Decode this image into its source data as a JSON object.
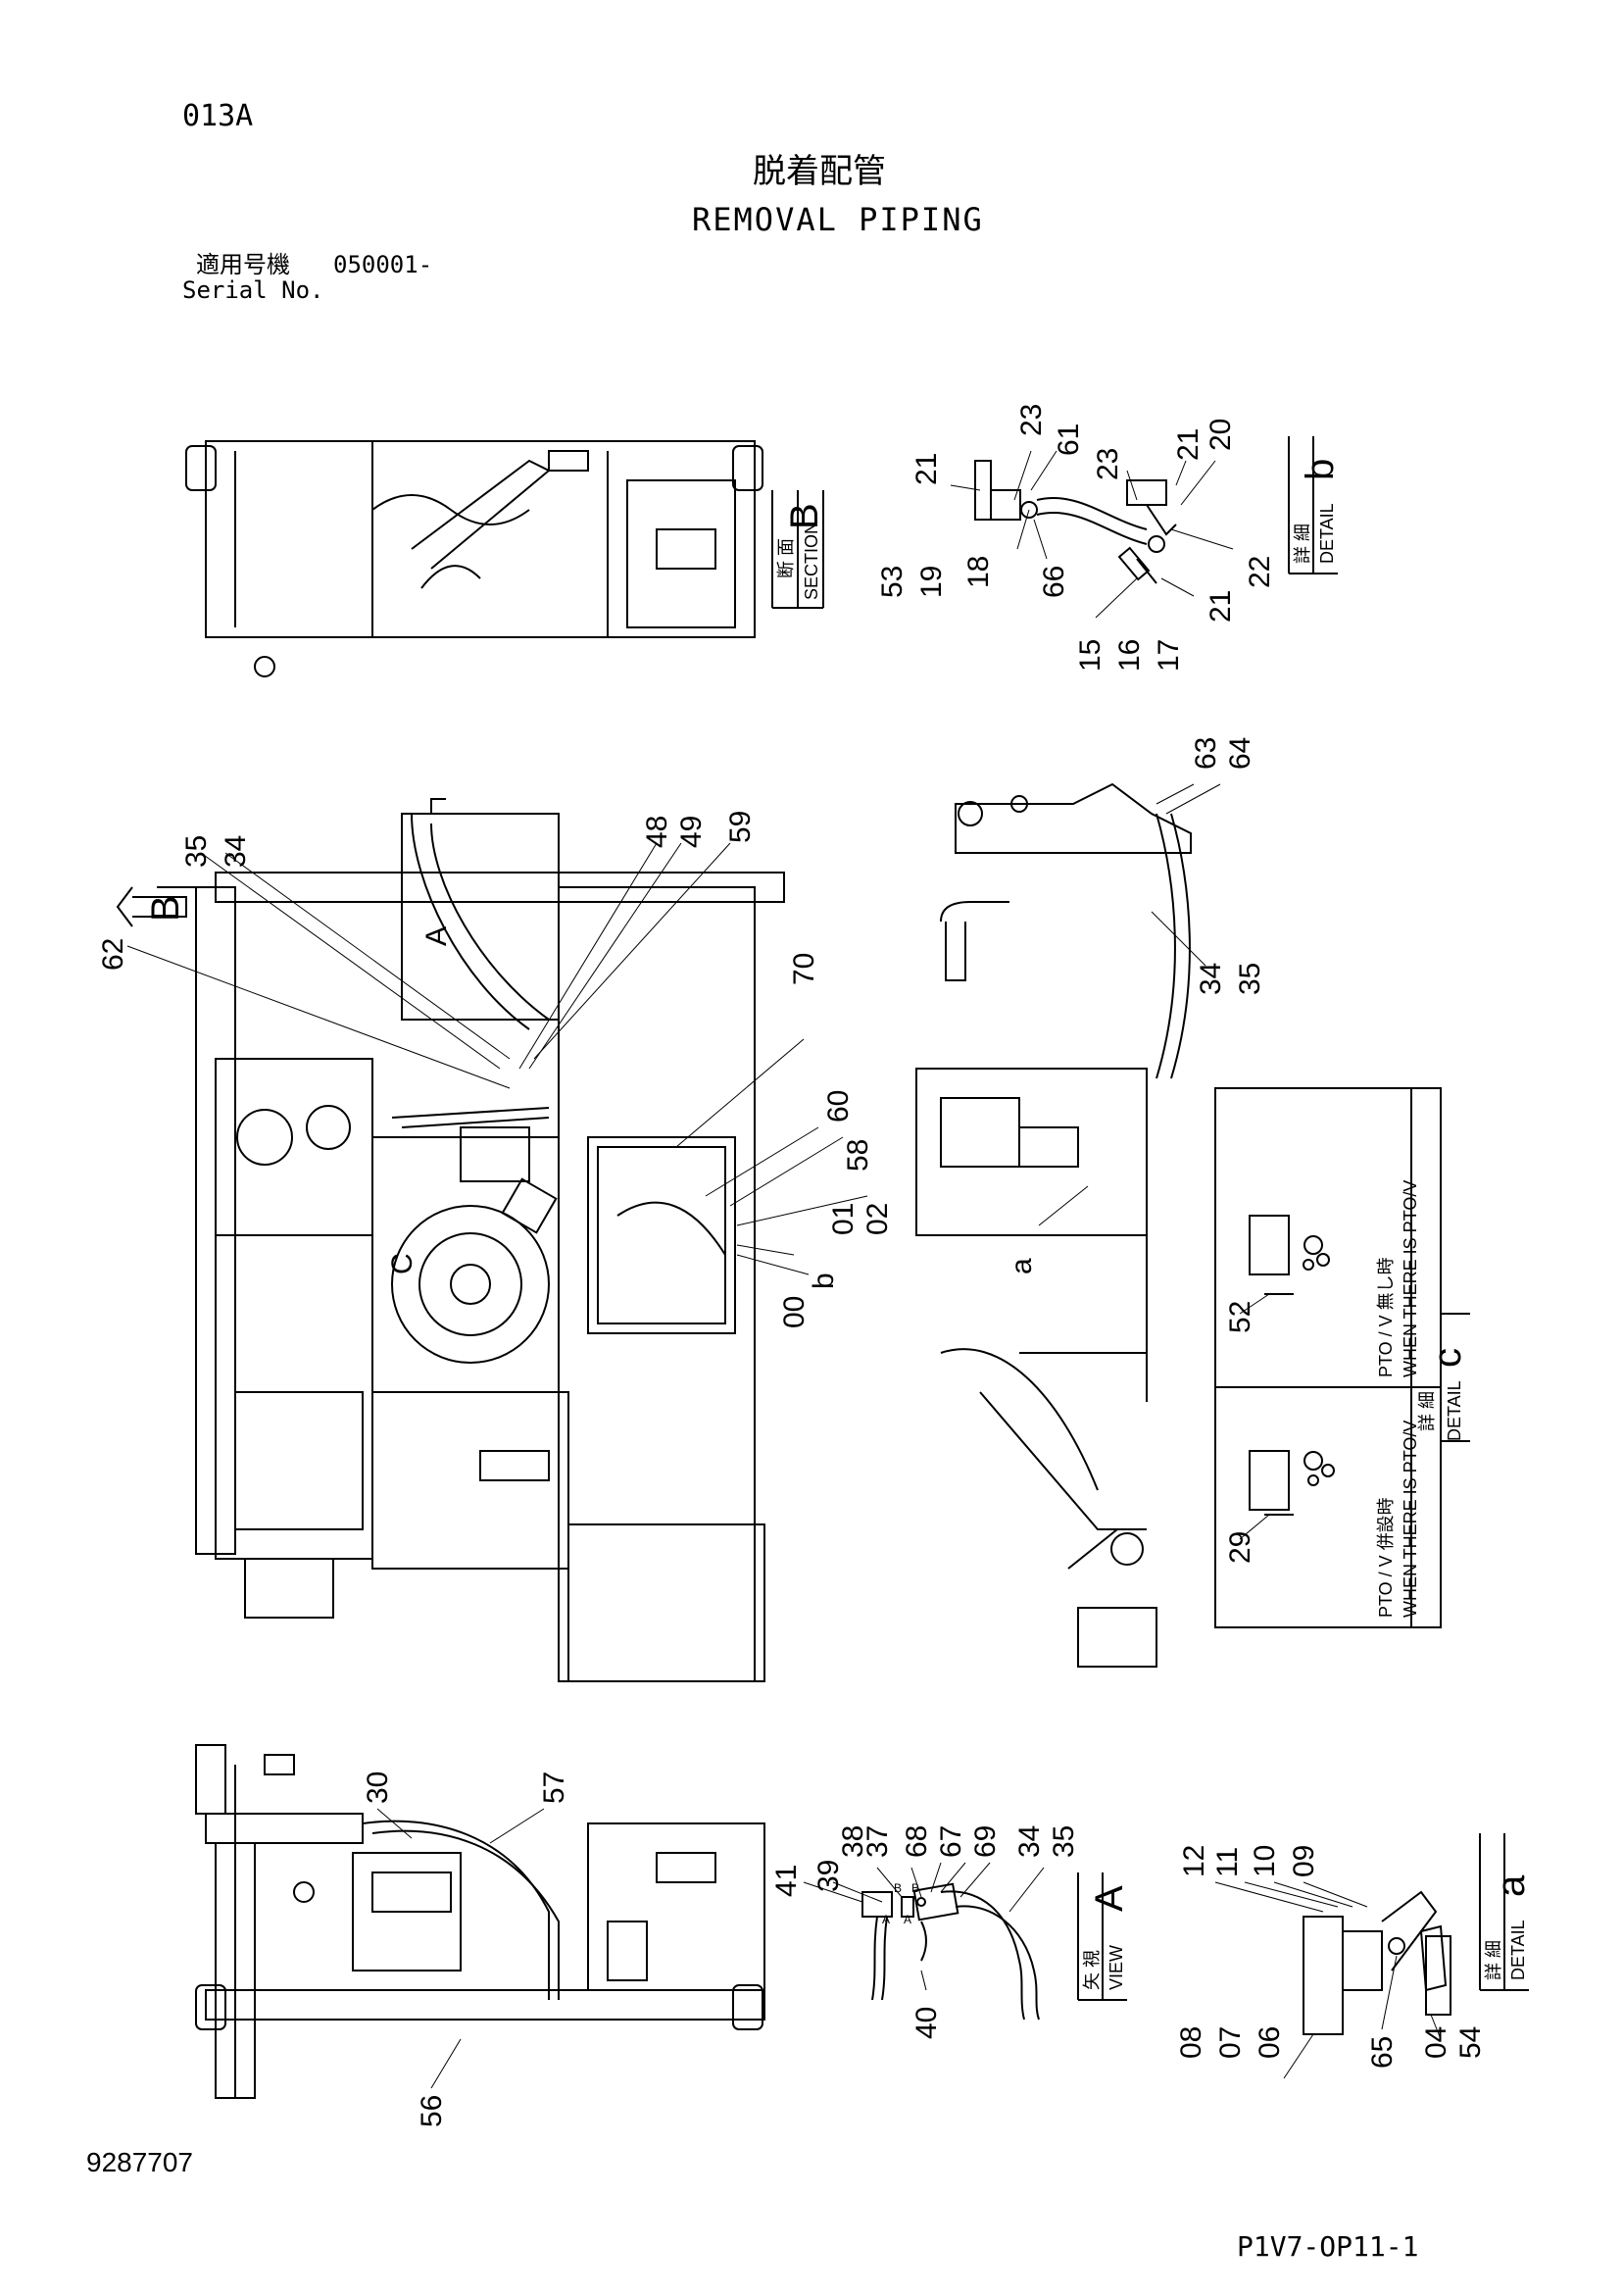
{
  "header": {
    "code": "013A",
    "title_jp": "脱着配管",
    "title_en": "REMOVAL PIPING",
    "serial_label_jp": "適用号機",
    "serial_value": "050001-",
    "serial_label_en": "Serial No."
  },
  "footer": {
    "drawing_number": "9287707",
    "page_ref": "P1V7-OP11-1"
  },
  "section_b": {
    "label_jp": "断 面",
    "label_en": "SECTION",
    "letter": "B"
  },
  "detail_b": {
    "label_jp": "詳 細",
    "label_en": "DETAIL",
    "letter": "b",
    "callouts": [
      "21",
      "53",
      "19",
      "18",
      "23",
      "61",
      "66",
      "23",
      "21",
      "20",
      "22",
      "21",
      "15",
      "16",
      "17"
    ]
  },
  "main_view": {
    "arrow_letter": "B",
    "view_a_letter": "A",
    "detail_c_letter": "C",
    "callouts": [
      "35",
      "34",
      "48",
      "49",
      "59",
      "62",
      "70",
      "60",
      "58",
      "01",
      "02",
      "00",
      "b"
    ]
  },
  "side_view": {
    "callouts": [
      "63",
      "64",
      "34",
      "35",
      "a"
    ]
  },
  "detail_c": {
    "label_jp": "詳 細",
    "label_en": "DETAIL",
    "letter": "c",
    "upper": {
      "callout": "52",
      "caption_jp": "PTO / V 無し時",
      "caption_en": "WHEN THERE IS PTO/V"
    },
    "lower": {
      "callout": "29",
      "caption_jp": "PTO / V 併設時",
      "caption_en": "WHEN THERE IS PTO/V"
    }
  },
  "bottom_view": {
    "callouts": [
      "30",
      "57",
      "56"
    ]
  },
  "view_a": {
    "label_jp": "矢 視",
    "label_en": "VIEW",
    "letter": "A",
    "callouts": [
      "41",
      "39",
      "38",
      "37",
      "68",
      "67",
      "69",
      "34",
      "35",
      "40"
    ],
    "port_labels": [
      "B",
      "A",
      "B",
      "A"
    ]
  },
  "detail_a": {
    "label_jp": "詳 細",
    "label_en": "DETAIL",
    "letter": "a",
    "callouts": [
      "12",
      "11",
      "10",
      "09",
      "08",
      "07",
      "06",
      "65",
      "04",
      "54"
    ]
  },
  "colors": {
    "ink": "#000000",
    "paper": "#ffffff"
  }
}
